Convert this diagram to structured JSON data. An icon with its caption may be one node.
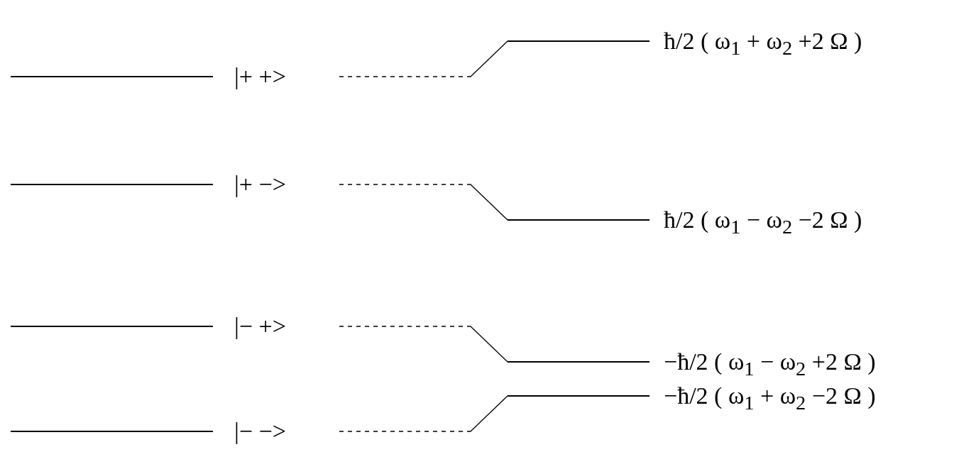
{
  "diagram": {
    "nodes": [
      {
        "text": [],
        "shape": "bar",
        "beside": [
          "|+ +>"
        ]
      },
      {
        "text": [],
        "shape": "bar",
        "beside": [
          "|+ −>"
        ]
      },
      {
        "text": [],
        "shape": "bar",
        "beside": [
          "|− +>"
        ]
      },
      {
        "text": [],
        "shape": "bar",
        "beside": [
          "|− −>"
        ]
      },
      {
        "text": [],
        "shape": "bar",
        "beside": [
          "ħ/2 ( ω$_{1}$ + ω$_{2}$ +2 Ω )"
        ]
      },
      {
        "text": [],
        "shape": "bar",
        "beside": [
          "ħ/2 ( ω$_{1}$ − ω$_{2}$ −2 Ω )"
        ]
      },
      {
        "text": [],
        "shape": "bar",
        "beside": [
          "−ħ/2 ( ω$_{1}$ − ω$_{2}$ +2 Ω )"
        ]
      },
      {
        "text": [],
        "shape": "bar",
        "beside": [
          "−ħ/2 ( ω$_{1}$ + ω$_{2}$ −2 Ω )"
        ]
      }
    ],
    "edges": [
      {
        "from": 0,
        "to": 4,
        "arrow": "none",
        "style": "dashed"
      },
      {
        "from": 1,
        "to": 5,
        "arrow": "none",
        "style": "dashed"
      },
      {
        "from": 2,
        "to": 6,
        "arrow": "none",
        "style": "dashed"
      },
      {
        "from": 3,
        "to": 7,
        "arrow": "none",
        "style": "dashed"
      }
    ]
  }
}
